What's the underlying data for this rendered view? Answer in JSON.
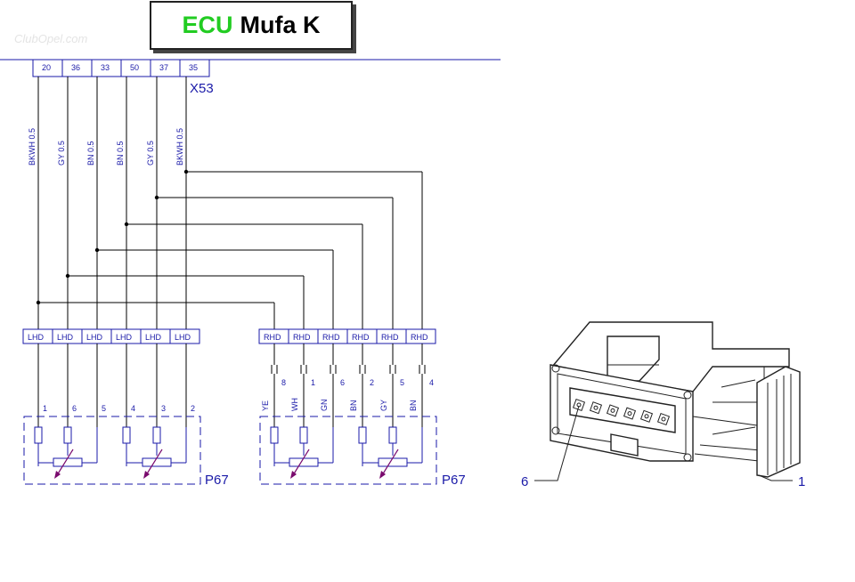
{
  "title": {
    "prefix": "ECU",
    "rest": "Mufa K"
  },
  "watermark": "ClubOpel.com",
  "connector_x53": {
    "name": "X53",
    "pins": [
      "20",
      "36",
      "33",
      "50",
      "37",
      "35"
    ],
    "wires": [
      "BKWH 0.5",
      "GY 0.5",
      "BN 0.5",
      "BN 0.5",
      "GY 0.5",
      "BKWH 0.5"
    ]
  },
  "lhd_labels": [
    "LHD",
    "LHD",
    "LHD",
    "LHD",
    "LHD",
    "LHD"
  ],
  "rhd_labels": [
    "RHD",
    "RHD",
    "RHD",
    "RHD",
    "RHD",
    "RHD"
  ],
  "lhd_pins": [
    "1",
    "6",
    "5",
    "4",
    "3",
    "2"
  ],
  "rhd_pins": [
    "8",
    "1",
    "6",
    "2",
    "5",
    "4"
  ],
  "rhd_colors": [
    "YE",
    "WH",
    "GN",
    "BN",
    "GY",
    "BN"
  ],
  "component": "P67",
  "connector_view": {
    "pin_left": "6",
    "pin_right": "1"
  },
  "colors": {
    "line": "#1a1aa8",
    "wiper": "#7a0a6e",
    "title_accent": "#22cc22"
  }
}
